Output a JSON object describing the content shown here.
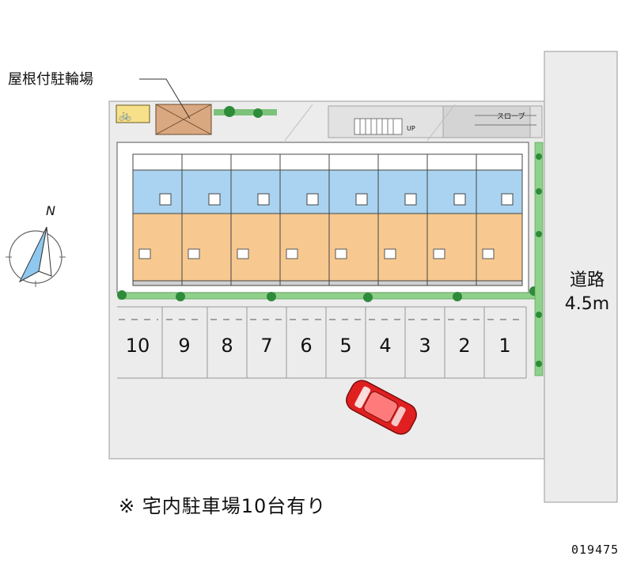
{
  "bicycle_parking_label": "屋根付駐輪場",
  "road": {
    "name": "道路",
    "width": "4.5m"
  },
  "compass_letter": "N",
  "parking_spaces": [
    "10",
    "9",
    "8",
    "7",
    "6",
    "5",
    "4",
    "3",
    "2",
    "1"
  ],
  "caption": "※ 宅内駐車場10台有り",
  "property_code": "019475",
  "slope_label": "スロープ",
  "stair_label": "UP",
  "colors": {
    "site_fill": "#ececec",
    "road_fill": "#ececec",
    "room_fill": "#f7c990",
    "wet_area_fill": "#a9d3f0",
    "hedge": "#2e8b3a",
    "car": "#e02020",
    "compass": "#8fc8ef"
  },
  "icons": [
    "compass-rose-icon",
    "car-icon",
    "bicycle-icon",
    "tree-icon"
  ]
}
